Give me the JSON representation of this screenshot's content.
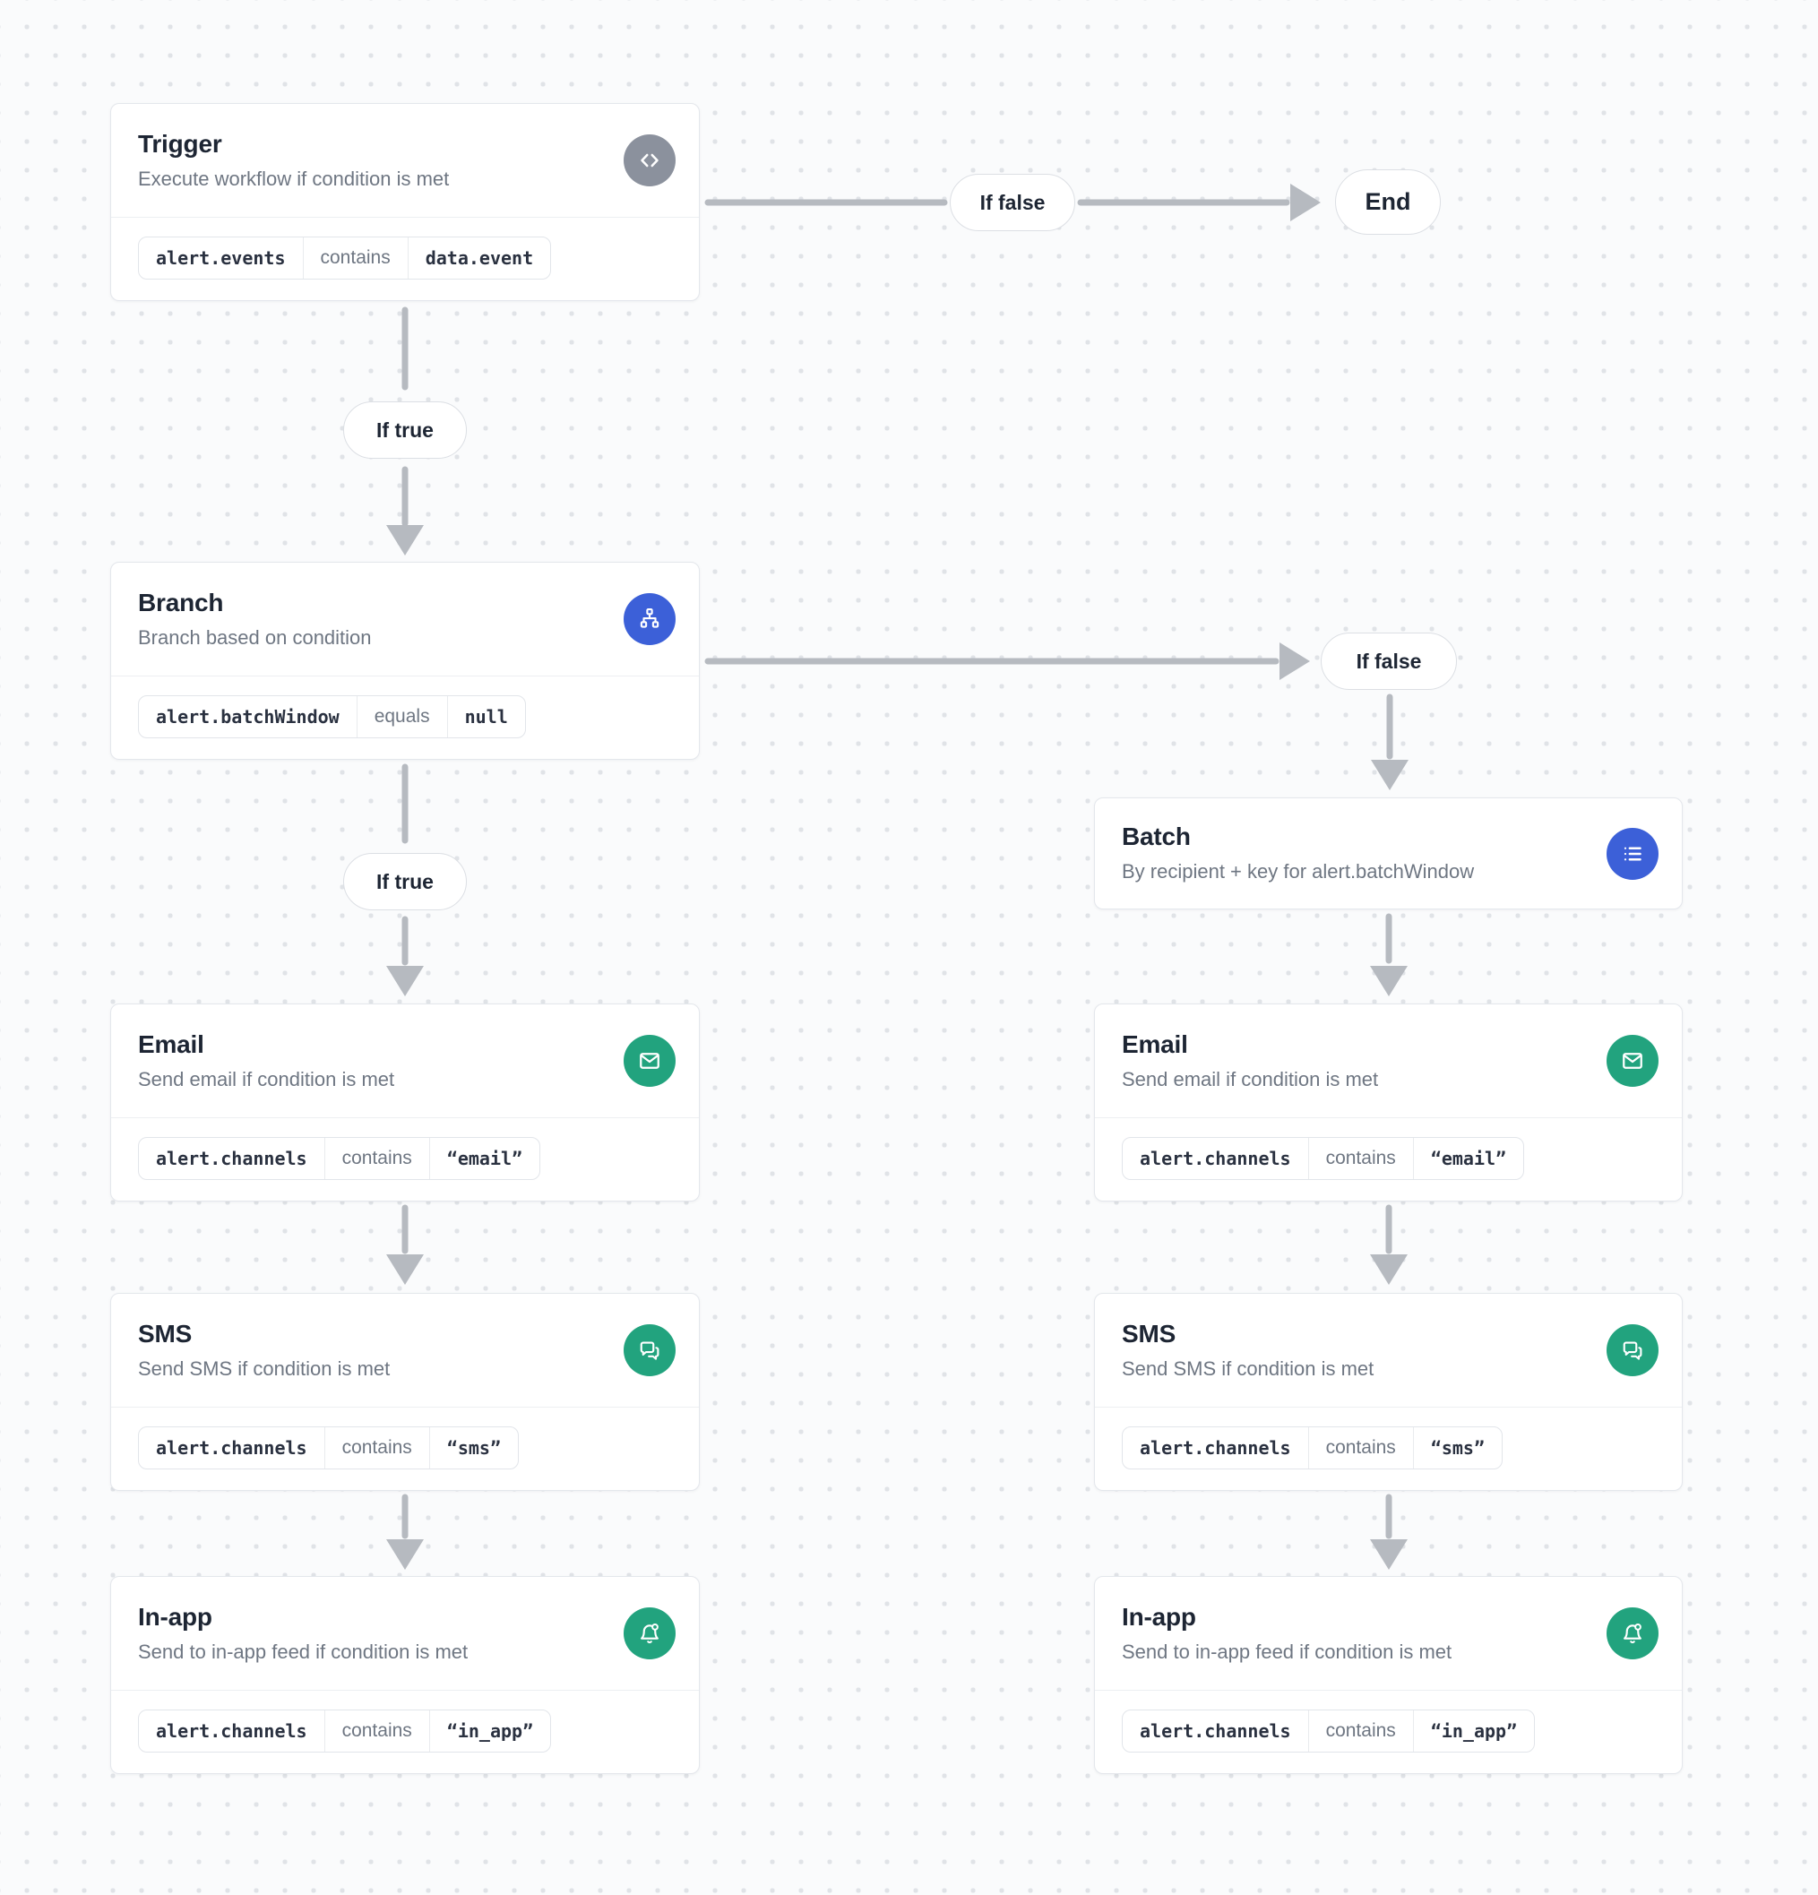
{
  "canvas": {
    "background": "#fafbfc",
    "dot_color": "#e0e3e7"
  },
  "colors": {
    "trigger_icon_bg": "#8b919d",
    "branch_icon_bg": "#3c60d8",
    "batch_icon_bg": "#3c60d8",
    "channel_icon_bg": "#22a37e",
    "arrow": "#b6bac0",
    "node_border": "#e4e7ec",
    "title_text": "#1d2533",
    "subtitle_text": "#6e7682"
  },
  "edges": {
    "if_true_label": "If true",
    "if_false_label": "If false",
    "end_label": "End"
  },
  "nodes": {
    "trigger": {
      "title": "Trigger",
      "subtitle": "Execute workflow if condition is met",
      "icon": "code-icon",
      "condition": {
        "field": "alert.events",
        "operator": "contains",
        "value": "data.event"
      }
    },
    "branch": {
      "title": "Branch",
      "subtitle": "Branch based on condition",
      "icon": "sitemap-icon",
      "condition": {
        "field": "alert.batchWindow",
        "operator": "equals",
        "value": "null"
      }
    },
    "batch": {
      "title": "Batch",
      "subtitle": "By recipient + key for alert.batchWindow",
      "icon": "list-icon"
    },
    "email": {
      "title": "Email",
      "subtitle": "Send email if condition is met",
      "icon": "envelope-icon",
      "condition": {
        "field": "alert.channels",
        "operator": "contains",
        "value": "“email”"
      }
    },
    "sms": {
      "title": "SMS",
      "subtitle": "Send SMS if condition is met",
      "icon": "chat-bubbles-icon",
      "condition": {
        "field": "alert.channels",
        "operator": "contains",
        "value": "“sms”"
      }
    },
    "inapp": {
      "title": "In-app",
      "subtitle": "Send to in-app feed if condition is met",
      "icon": "bell-icon",
      "condition": {
        "field": "alert.channels",
        "operator": "contains",
        "value": "“in_app”"
      }
    }
  }
}
